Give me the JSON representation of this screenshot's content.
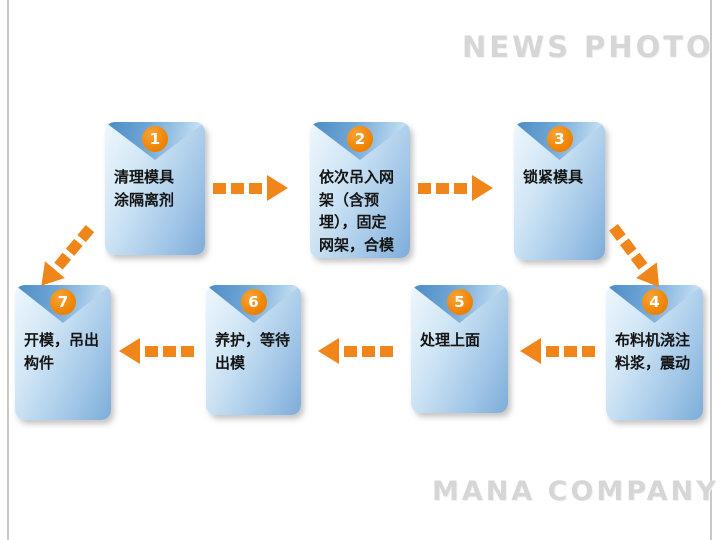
{
  "watermarks": {
    "top": "NEWS PHOTO",
    "bottom": "MANA COMPANY"
  },
  "steps": [
    {
      "num": "1",
      "label": "清理模具\n涂隔离剂"
    },
    {
      "num": "2",
      "label": "依次吊入网架（含预埋），固定网架，合模"
    },
    {
      "num": "3",
      "label": "锁紧模具"
    },
    {
      "num": "4",
      "label": "布料机浇注料浆，震动"
    },
    {
      "num": "5",
      "label": "处理上面"
    },
    {
      "num": "6",
      "label": "养护，等待出模"
    },
    {
      "num": "7",
      "label": "开模，吊出构件"
    }
  ],
  "colors": {
    "arrow_orange": "#f08519",
    "badge_orange": "#ee8000",
    "card_blue_light": "#eef7fd",
    "card_blue_dark": "#7dacd9",
    "flap_blue": "#4a8cc4",
    "text": "#141414",
    "watermark": "#d6d6d6"
  }
}
